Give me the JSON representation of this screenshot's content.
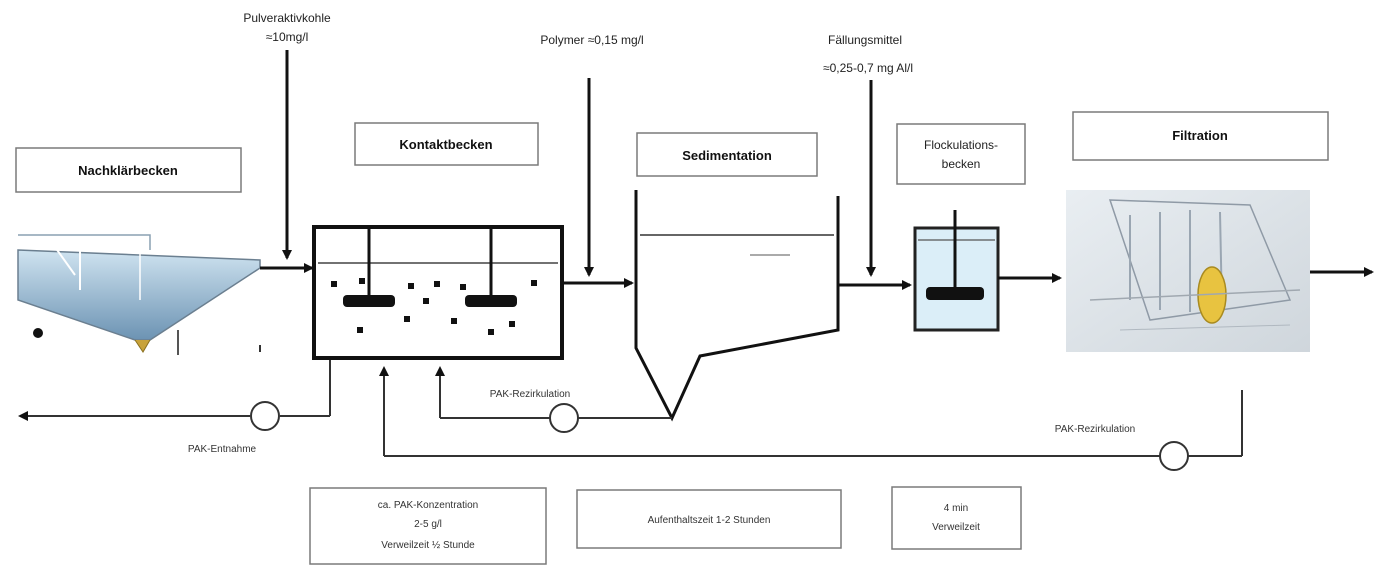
{
  "labels": {
    "pac_dose_line1": "Pulveraktivkohle",
    "pac_dose_line2": "≈10mg/l",
    "polymer_dose": "Polymer ≈0,15 mg/l",
    "fm_dose_line1": "Fällungsmittel",
    "fm_dose_line2": "≈0,25-0,7 mg Al/l",
    "nachklaerbecken": "Nachklärbecken",
    "kontaktbecken": "Kontaktbecken",
    "sedimentation": "Sedimentation",
    "flockulation_line1": "Flockulations-",
    "flockulation_line2": "becken",
    "filtration": "Filtration",
    "pak_entnahme": "PAK-Entnahme",
    "pak_rezirkulation_1": "PAK-Rezirkulation",
    "pak_rezirkulation_2": "PAK-Rezirkulation",
    "info1_line1": "ca. PAK-Konzentration",
    "info1_line2": "2-5 g/l",
    "info1_line3": "Verweilzeit ½ Stunde",
    "info2": "Aufenthaltszeit 1-2 Stunden",
    "info3_line1": "4 min",
    "info3_line2": "Verweilzeit"
  }
}
